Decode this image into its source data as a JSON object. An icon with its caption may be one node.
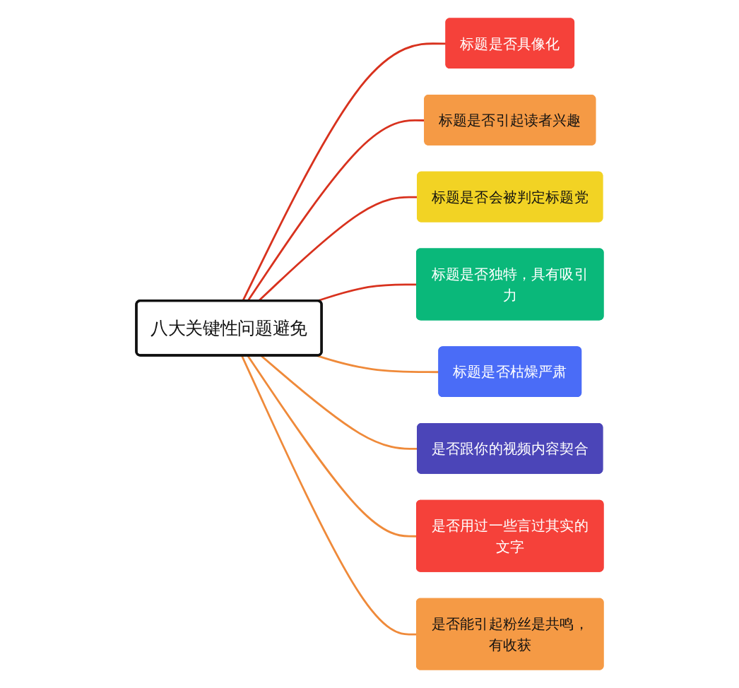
{
  "diagram": {
    "nodes": [
      {
        "text": [
          "八大关键性问题避免"
        ]
      },
      {
        "text": [
          "标题是否具像化"
        ]
      },
      {
        "text": [
          "标题是否引起读者兴趣"
        ]
      },
      {
        "text": [
          "标题是否会被判定标题党"
        ]
      },
      {
        "text": [
          "标题是否独特，具有吸引力"
        ]
      },
      {
        "text": [
          "标题是否枯燥严肃"
        ]
      },
      {
        "text": [
          "是否跟你的视频内容契合"
        ]
      },
      {
        "text": [
          "是否用过一些言过其实的文字"
        ]
      },
      {
        "text": [
          "是否能引起粉丝是共鸣，有收获"
        ]
      }
    ],
    "edges": [
      {
        "from": 0,
        "to": 1,
        "arrow": "none",
        "color": "#d8321e"
      },
      {
        "from": 0,
        "to": 2,
        "arrow": "none",
        "color": "#d8321e"
      },
      {
        "from": 0,
        "to": 3,
        "arrow": "none",
        "color": "#d8321e"
      },
      {
        "from": 0,
        "to": 4,
        "arrow": "none",
        "color": "#d8321e"
      },
      {
        "from": 0,
        "to": 5,
        "arrow": "none",
        "color": "#ef8a3a"
      },
      {
        "from": 0,
        "to": 6,
        "arrow": "none",
        "color": "#ef8a3a"
      },
      {
        "from": 0,
        "to": 7,
        "arrow": "none",
        "color": "#ef8a3a"
      },
      {
        "from": 0,
        "to": 8,
        "arrow": "none",
        "color": "#ef8a3a"
      }
    ]
  }
}
